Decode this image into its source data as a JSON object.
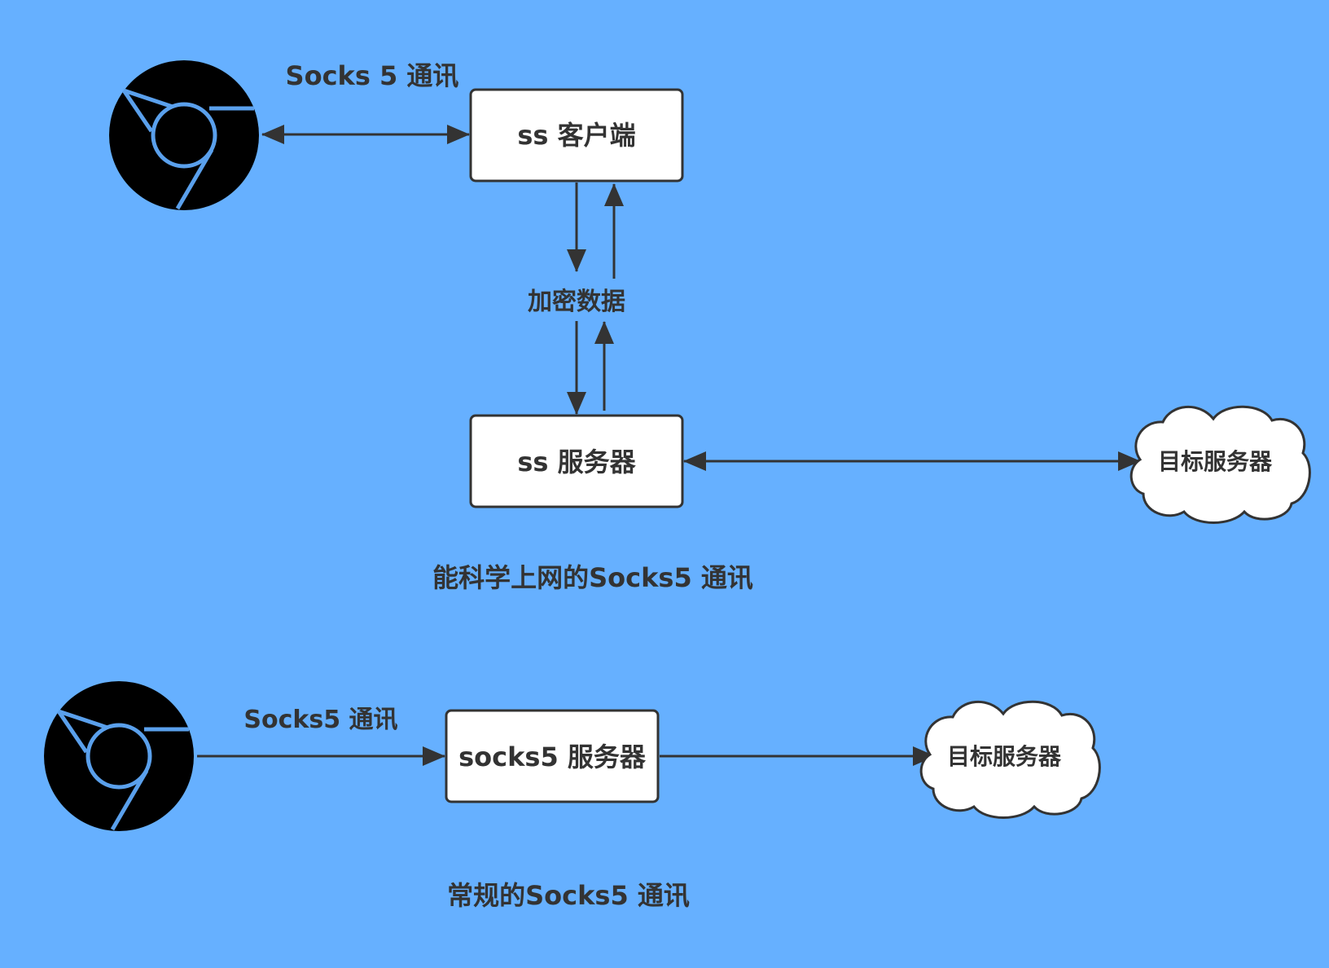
{
  "top_diagram": {
    "link_label": "Socks 5 通讯",
    "client_box": "ss 客户端",
    "encrypted_label": "加密数据",
    "server_box": "ss 服务器",
    "target_cloud": "目标服务器",
    "caption": "能科学上网的Socks5 通讯"
  },
  "bottom_diagram": {
    "link_label": "Socks5 通讯",
    "server_box": "socks5 服务器",
    "target_cloud": "目标服务器",
    "caption": "常规的Socks5 通讯"
  },
  "icons": {
    "browser": "chrome-browser-icon",
    "target": "cloud-icon"
  },
  "colors": {
    "background": "#66b0ff",
    "stroke": "#333333",
    "box_fill": "#ffffff",
    "icon_dark": "#000000",
    "icon_ring": "#5aa0ec"
  }
}
